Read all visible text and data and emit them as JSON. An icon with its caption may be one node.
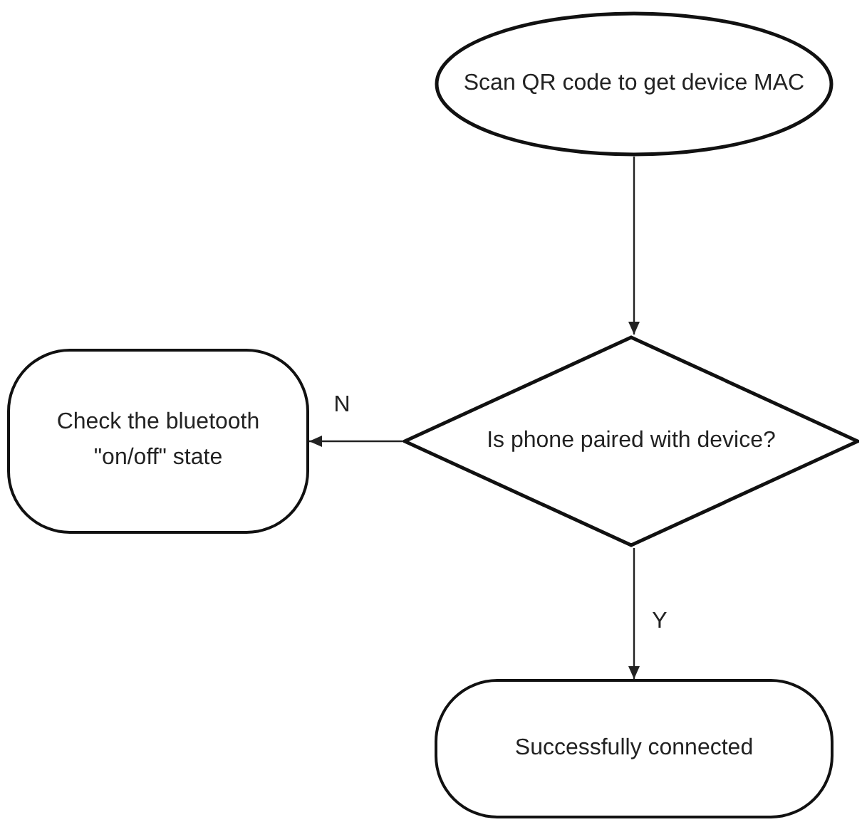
{
  "diagram": {
    "nodes": [
      {
        "text": [
          "Scan QR code to get device MAC"
        ]
      },
      {
        "text": [
          "Is phone paired with device?"
        ]
      },
      {
        "text": [
          "Check the bluetooth \"on/off\" state"
        ]
      },
      {
        "text": [
          "Successfully connected"
        ]
      }
    ],
    "edges": [
      {
        "from": 0,
        "to": 1,
        "arrow": "to"
      },
      {
        "from": 1,
        "to": 2,
        "arrow": "to",
        "label": "N"
      },
      {
        "from": 1,
        "to": 3,
        "arrow": "to",
        "label": "Y"
      }
    ]
  }
}
